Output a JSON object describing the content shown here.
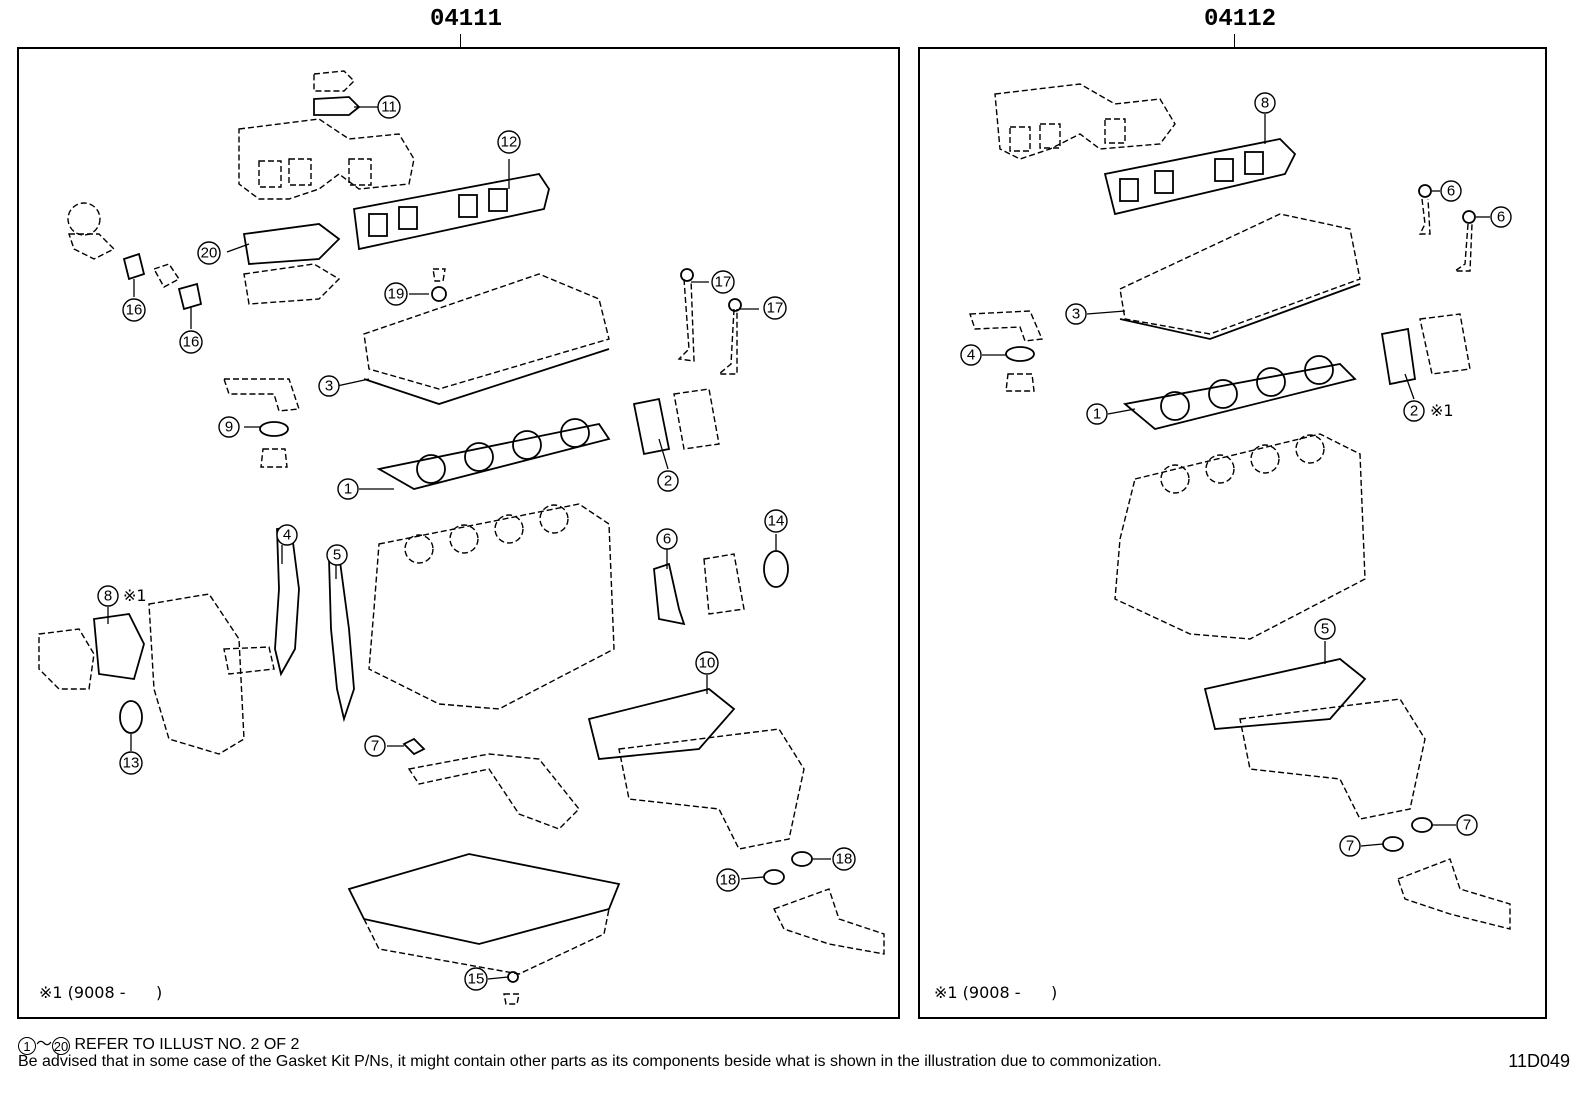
{
  "kits": [
    {
      "kit_number": "04111",
      "note": "※1 (9008 -      )",
      "callouts": [
        {
          "label": "1"
        },
        {
          "label": "2"
        },
        {
          "label": "3"
        },
        {
          "label": "4"
        },
        {
          "label": "5"
        },
        {
          "label": "6"
        },
        {
          "label": "7"
        },
        {
          "label": "8",
          "ref": "※1"
        },
        {
          "label": "9"
        },
        {
          "label": "10"
        },
        {
          "label": "11"
        },
        {
          "label": "12"
        },
        {
          "label": "13"
        },
        {
          "label": "14"
        },
        {
          "label": "15"
        },
        {
          "label": "16"
        },
        {
          "label": "16"
        },
        {
          "label": "17"
        },
        {
          "label": "17"
        },
        {
          "label": "18"
        },
        {
          "label": "18"
        },
        {
          "label": "19"
        },
        {
          "label": "20"
        }
      ]
    },
    {
      "kit_number": "04112",
      "note": "※1 (9008 -      )",
      "callouts": [
        {
          "label": "1"
        },
        {
          "label": "2",
          "ref": "※1"
        },
        {
          "label": "3"
        },
        {
          "label": "4"
        },
        {
          "label": "5"
        },
        {
          "label": "6"
        },
        {
          "label": "6"
        },
        {
          "label": "7"
        },
        {
          "label": "7"
        },
        {
          "label": "8"
        }
      ]
    }
  ],
  "footer": {
    "range_start": "1",
    "range_tilde": "～",
    "range_end": "20",
    "refer_text": "REFER TO ILLUST NO. 2 OF 2",
    "advisory": "Be advised that in some case of the Gasket Kit P/Ns,  it might contain other parts as its components beside what is shown in the illustration due to commonization.",
    "illustration_code": "11D049"
  }
}
